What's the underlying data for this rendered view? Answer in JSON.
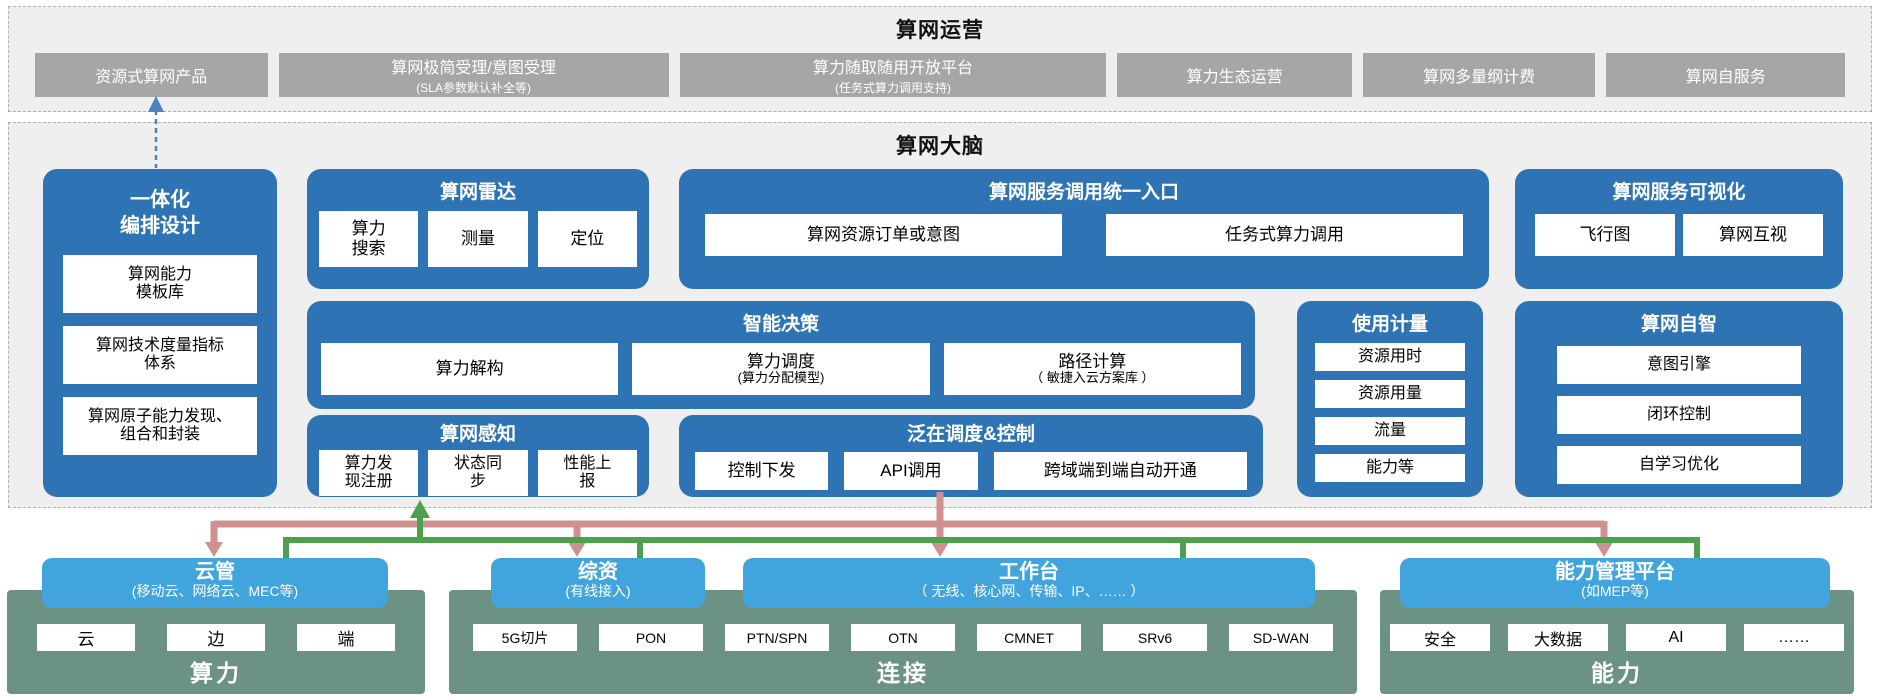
{
  "colors": {
    "blue": "#2e74b5",
    "light_blue": "#42a4dc",
    "green": "#6b9282",
    "gray": "#a6a6a6",
    "panel_bg": "#efefef",
    "pink_arrow": "#cf918f",
    "green_arrow": "#4da14d",
    "blue_arrow": "#4f81bd"
  },
  "top_panel": {
    "title": "算网运营",
    "boxes": [
      {
        "label": "资源式算网产品",
        "sub": ""
      },
      {
        "label": "算网极简受理/意图受理",
        "sub": "(SLA参数默认补全等)"
      },
      {
        "label": "算力随取随用开放平台",
        "sub": "(任务式算力调用支持)"
      },
      {
        "label": "算力生态运营",
        "sub": ""
      },
      {
        "label": "算网多量纲计费",
        "sub": ""
      },
      {
        "label": "算网自服务",
        "sub": ""
      }
    ]
  },
  "brain_panel": {
    "title": "算网大脑",
    "orchestration": {
      "title": "一体化\n编排设计",
      "items": [
        "算网能力\n模板库",
        "算网技术度量指标\n体系",
        "算网原子能力发现、\n组合和封装"
      ]
    },
    "radar": {
      "title": "算网雷达",
      "items": [
        "算力\n搜索",
        "测量",
        "定位"
      ]
    },
    "entry": {
      "title": "算网服务调用统一入口",
      "items": [
        "算网资源订单或意图",
        "任务式算力调用"
      ]
    },
    "visualization": {
      "title": "算网服务可视化",
      "items": [
        "飞行图",
        "算网互视"
      ]
    },
    "decision": {
      "title": "智能决策",
      "items": [
        {
          "main": "算力解构",
          "sub": ""
        },
        {
          "main": "算力调度",
          "sub": "(算力分配模型)"
        },
        {
          "main": "路径计算",
          "sub": "（ 敏捷入云方案库 ）"
        }
      ]
    },
    "metering": {
      "title": "使用计量",
      "items": [
        "资源用时",
        "资源用量",
        "流量",
        "能力等"
      ]
    },
    "autonomy": {
      "title": "算网自智",
      "items": [
        "意图引擎",
        "闭环控制",
        "自学习优化"
      ]
    },
    "perception": {
      "title": "算网感知",
      "items": [
        "算力发\n现注册",
        "状态同\n步",
        "性能上\n报"
      ]
    },
    "control": {
      "title": "泛在调度&控制",
      "items": [
        "控制下发",
        "API调用",
        "跨域端到端自动开通"
      ]
    }
  },
  "bottom": {
    "sections": [
      {
        "label": "算力",
        "headers": [
          {
            "title": "云管",
            "sub": "(移动云、网络云、MEC等)"
          }
        ],
        "items": [
          "云",
          "边",
          "端"
        ]
      },
      {
        "label": "连接",
        "headers": [
          {
            "title": "综资",
            "sub": "(有线接入)"
          },
          {
            "title": "工作台",
            "sub": "（ 无线、核心网、传输、IP、…… ）"
          }
        ],
        "items": [
          "5G切片",
          "PON",
          "PTN/SPN",
          "OTN",
          "CMNET",
          "SRv6",
          "SD-WAN"
        ]
      },
      {
        "label": "能力",
        "headers": [
          {
            "title": "能力管理平台",
            "sub": "(如MEP等)"
          }
        ],
        "items": [
          "安全",
          "大数据",
          "AI",
          "……"
        ]
      }
    ]
  }
}
